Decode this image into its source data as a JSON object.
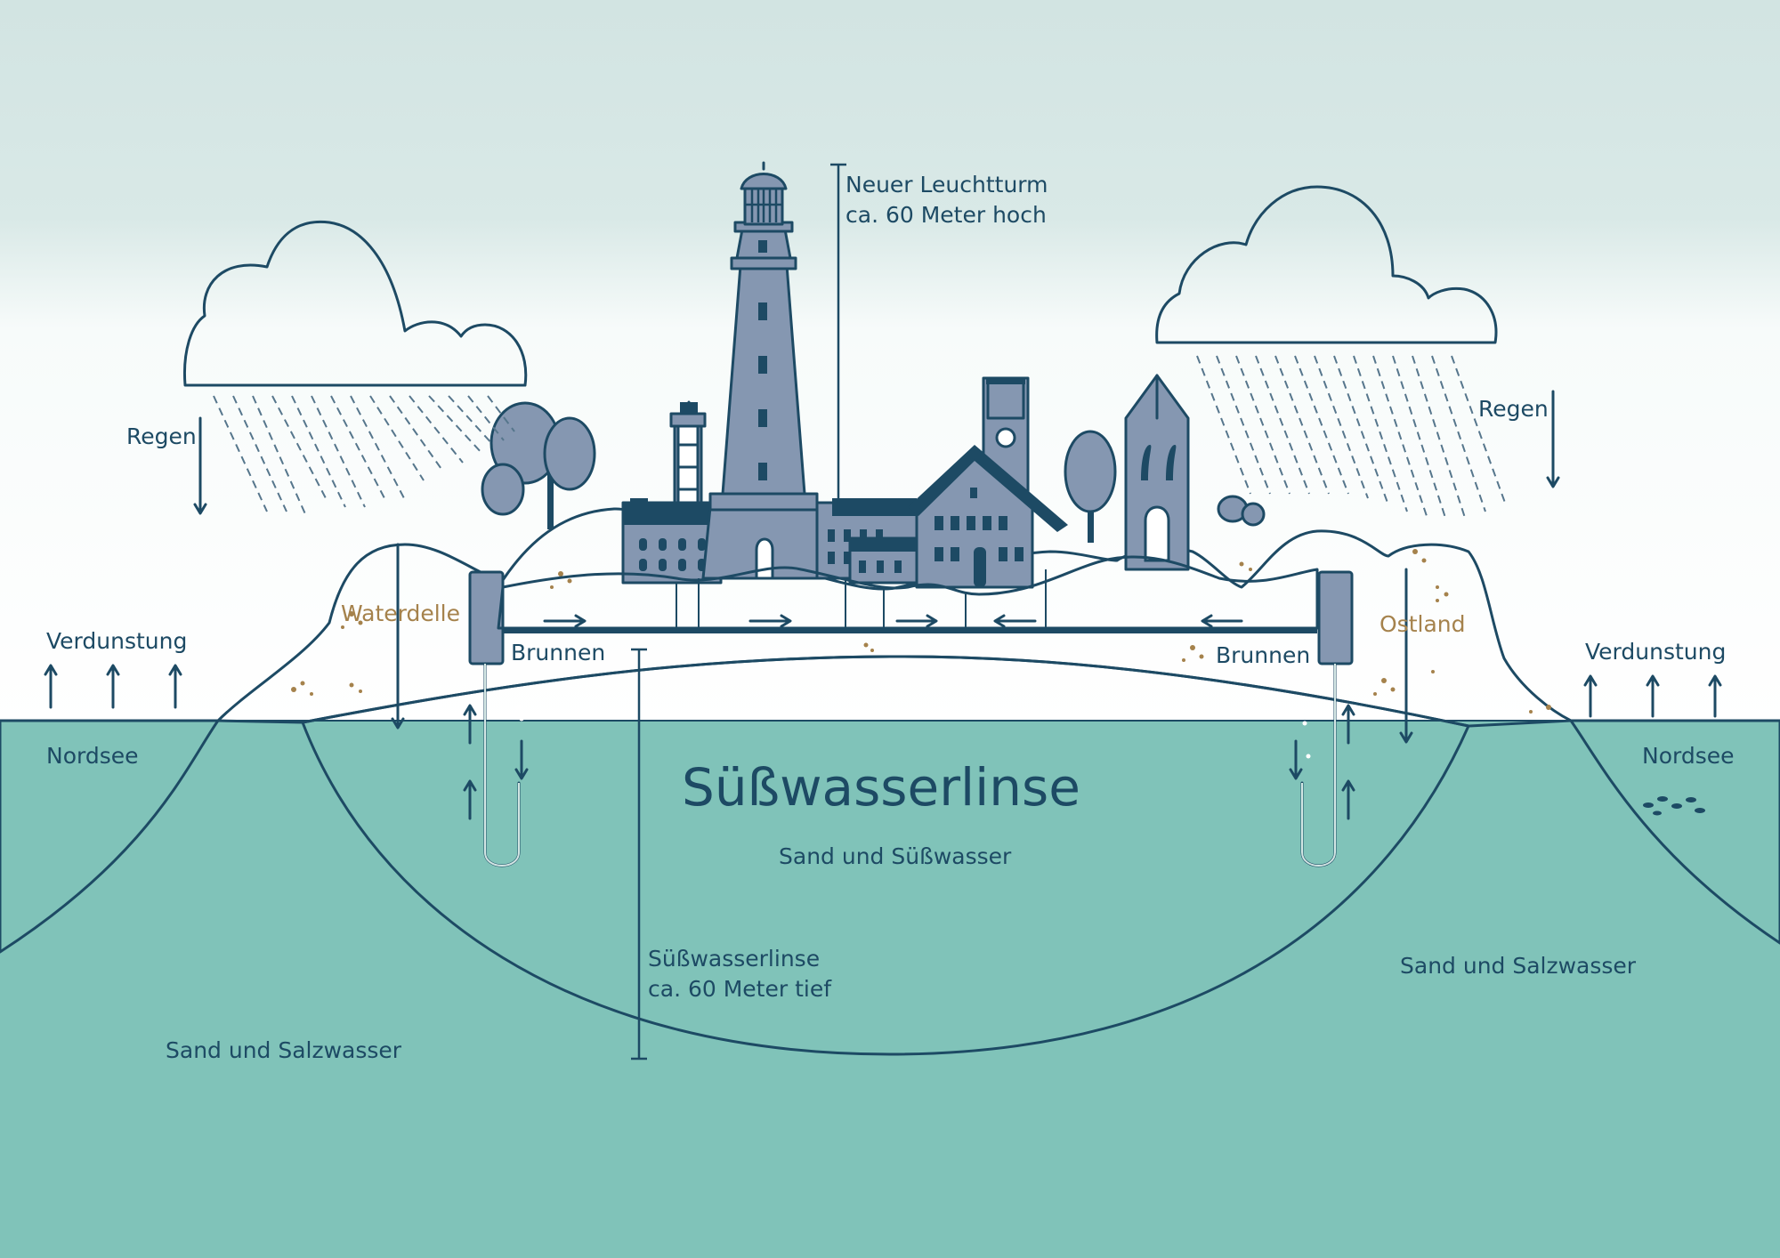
{
  "labels": {
    "lighthouse_title": "Neuer Leuchtturm",
    "lighthouse_height": "ca. 60 Meter hoch",
    "rain_left": "Regen",
    "rain_right": "Regen",
    "evaporation_left": "Verdunstung",
    "evaporation_right": "Verdunstung",
    "sea_left": "Nordsee",
    "sea_right": "Nordsee",
    "area_west": "Waterdelle",
    "area_east": "Ostland",
    "well_left": "Brunnen",
    "well_right": "Brunnen",
    "lens_title": "Süßwasserlinse",
    "lens_subtitle": "Sand und Süßwasser",
    "depth_title": "Süßwasserlinse",
    "depth_value": "ca. 60 Meter tief",
    "saltwater_left": "Sand und Salzwasser",
    "saltwater_right": "Sand und Salzwasser"
  },
  "colors": {
    "sky_top": "#d2e4e2",
    "sky_bottom": "#ffffff",
    "sea": "#377b8b",
    "saltwater_ground": "#80c3b9",
    "freshwater_lens": "#d2e5e3",
    "sand": "#d4c2a4",
    "buildings": "#8597b1",
    "outline": "#1d4a64",
    "sand_text": "#a5824c"
  },
  "icons": [
    "cloud-icon",
    "rain-icon",
    "arrow-up-icon",
    "arrow-down-icon",
    "arrow-right-icon",
    "arrow-left-icon",
    "lighthouse-icon",
    "tree-icon",
    "church-ruin-icon",
    "well-icon",
    "fish-icon"
  ]
}
